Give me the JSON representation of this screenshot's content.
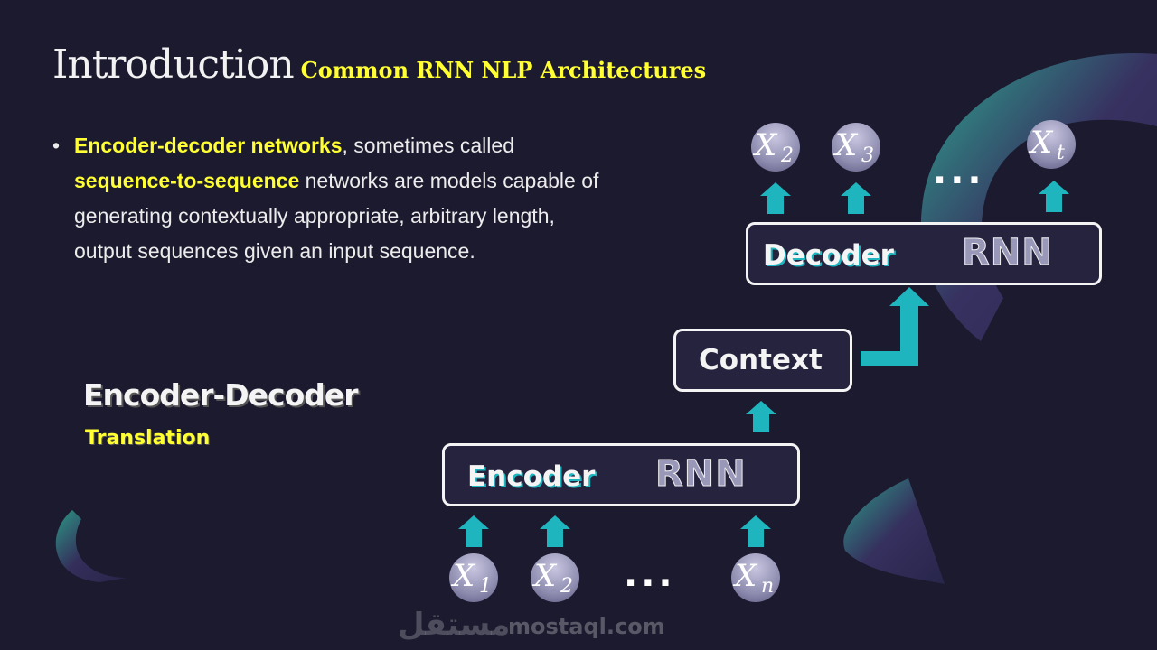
{
  "slide": {
    "title": "Introduction",
    "subtitle": "Common RNN NLP Architectures",
    "bullet": {
      "term1": "Encoder-decoder networks",
      "text1": ", sometimes called ",
      "term2": "sequence-to-sequence",
      "text2": " networks are models capable of generating contextually appropriate, arbitrary length, output sequences given an input sequence."
    },
    "side_title": "Encoder-Decoder",
    "side_subtitle": "Translation"
  },
  "diagram": {
    "decoder": {
      "label": "Decoder",
      "type": "RNN"
    },
    "context": {
      "label": "Context"
    },
    "encoder": {
      "label": "Encoder",
      "type": "RNN"
    },
    "outputs": [
      {
        "sym": "X",
        "sub": "2"
      },
      {
        "sym": "X",
        "sub": "3"
      },
      {
        "sym": "X",
        "sub": "t"
      }
    ],
    "inputs": [
      {
        "sym": "X",
        "sub": "1"
      },
      {
        "sym": "X",
        "sub": "2"
      },
      {
        "sym": "X",
        "sub": "n"
      }
    ],
    "ellipsis": "...",
    "colors": {
      "arrow": "#1fb5bf",
      "highlight": "#ffff33",
      "background": "#1c1a2e"
    }
  },
  "watermark": {
    "arabic": "مستقل",
    "latin": "mostaql.com"
  }
}
